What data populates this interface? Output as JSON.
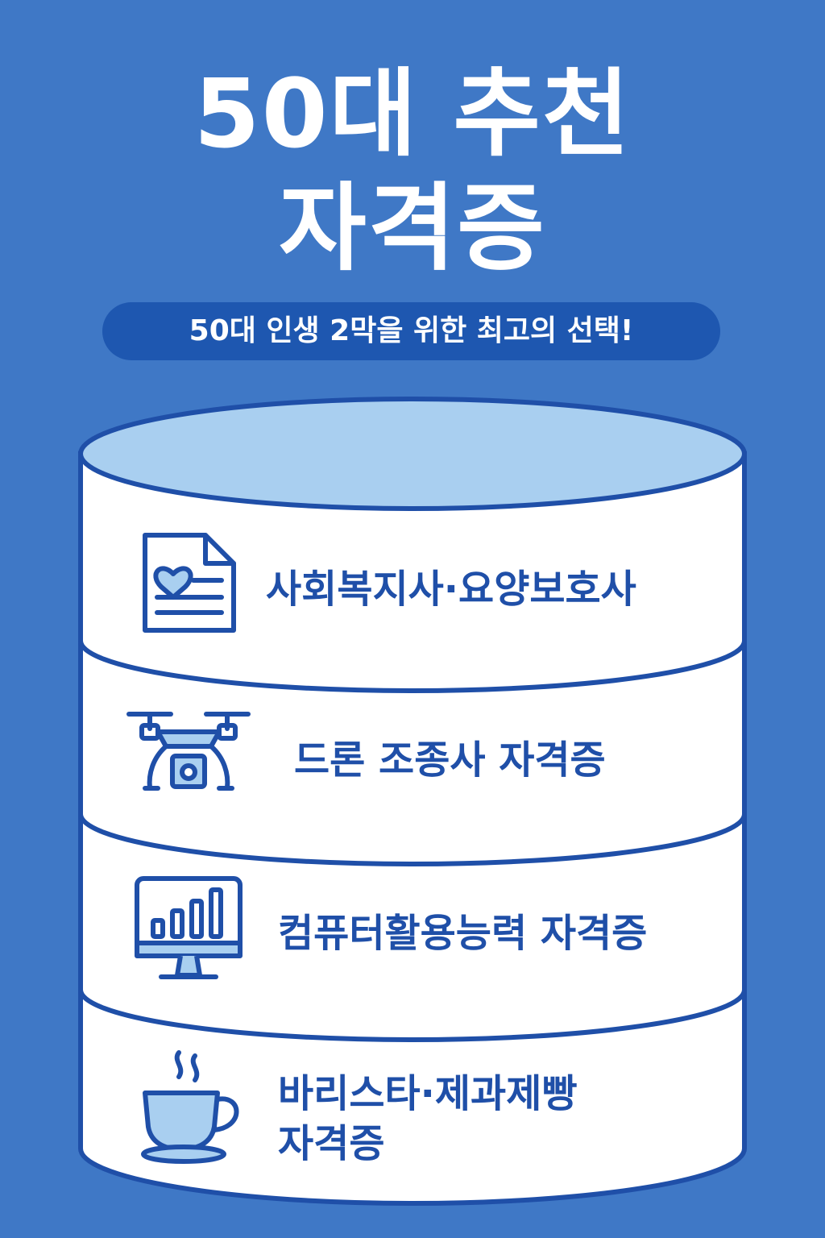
{
  "title": {
    "line1": "50대 추천",
    "line2": "자격증"
  },
  "subtitle": "50대 인생 2막을 위한 최고의 선택!",
  "items": [
    {
      "label": "사회복지사·요양보호사",
      "icon": "document-heart-icon"
    },
    {
      "label": "드론 조종사 자격증",
      "icon": "drone-camera-icon"
    },
    {
      "label": "컴퓨터활용능력 자격증",
      "icon": "monitor-bar-chart-icon"
    },
    {
      "label_line1": "바리스타·제과제빵",
      "label_line2": "자격증",
      "icon": "coffee-cup-icon"
    }
  ],
  "colors": {
    "background": "#3f78c6",
    "pill": "#1e57b0",
    "outline": "#1f4fa8",
    "drum_top": "#a9cff0",
    "drum_body": "#ffffff",
    "icon_fill": "#a9cff0"
  }
}
